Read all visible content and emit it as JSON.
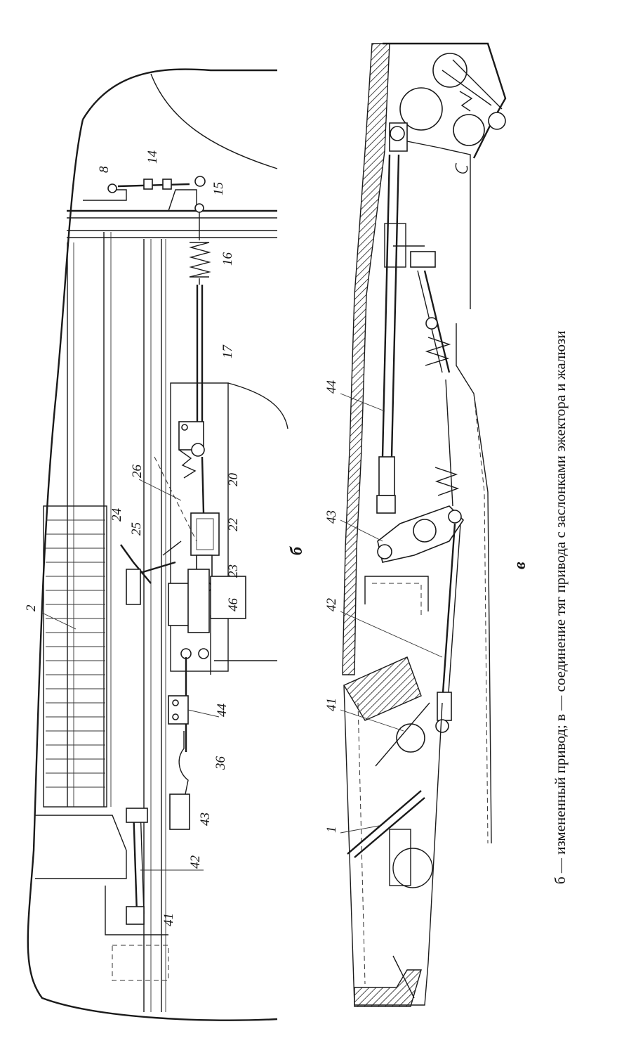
{
  "caption": "б — измененный привод; в — соединение тяг привода с заслонками эжектора и жалюзи",
  "panels": {
    "b": "б",
    "v": "в"
  },
  "labels_b": {
    "l8": "8",
    "l14": "14",
    "l15": "15",
    "l16": "16",
    "l17": "17",
    "l20": "20",
    "l22": "22",
    "l23": "23",
    "l46": "46",
    "l26": "26",
    "l24": "24",
    "l25": "25",
    "l2": "2",
    "l44": "44",
    "l36": "36",
    "l43": "43",
    "l42": "42",
    "l41": "41"
  },
  "labels_v": {
    "l44": "44",
    "l43": "43",
    "l42": "42",
    "l41": "41",
    "l1": "1"
  }
}
